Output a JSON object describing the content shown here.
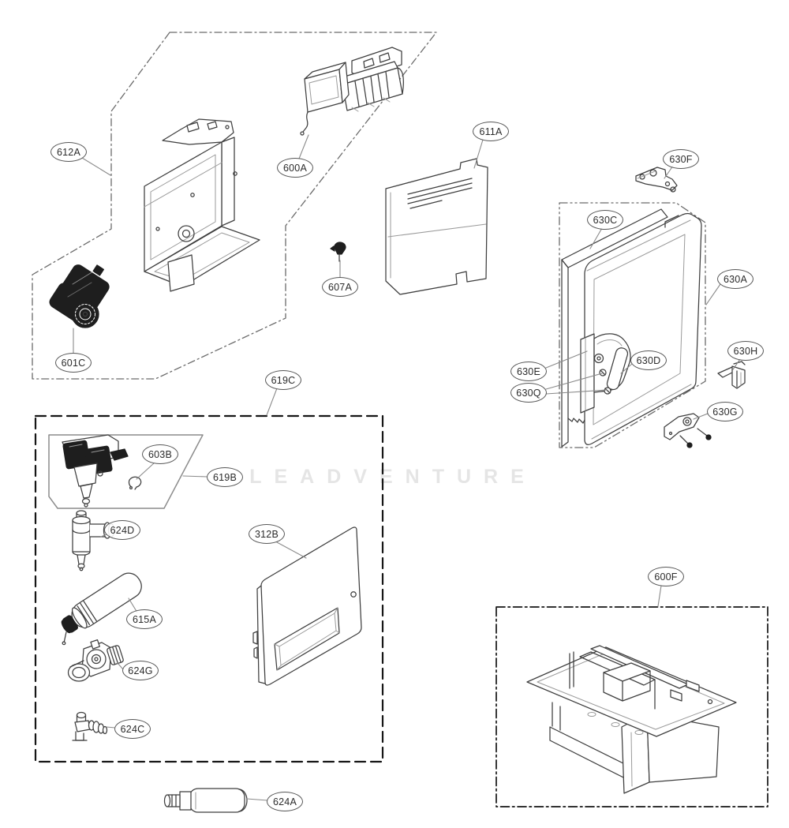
{
  "watermark": {
    "text": "LEADVENTURE"
  },
  "callouts": [
    {
      "label": "612A"
    },
    {
      "label": "600A"
    },
    {
      "label": "611A"
    },
    {
      "label": "607A"
    },
    {
      "label": "601C"
    },
    {
      "label": "630F"
    },
    {
      "label": "630C"
    },
    {
      "label": "630A"
    },
    {
      "label": "630E"
    },
    {
      "label": "630Q"
    },
    {
      "label": "630D"
    },
    {
      "label": "630H"
    },
    {
      "label": "630G"
    },
    {
      "label": "619C"
    },
    {
      "label": "603B"
    },
    {
      "label": "619B"
    },
    {
      "label": "624D"
    },
    {
      "label": "615A"
    },
    {
      "label": "624G"
    },
    {
      "label": "624C"
    },
    {
      "label": "312B"
    },
    {
      "label": "624A"
    },
    {
      "label": "600F"
    }
  ]
}
